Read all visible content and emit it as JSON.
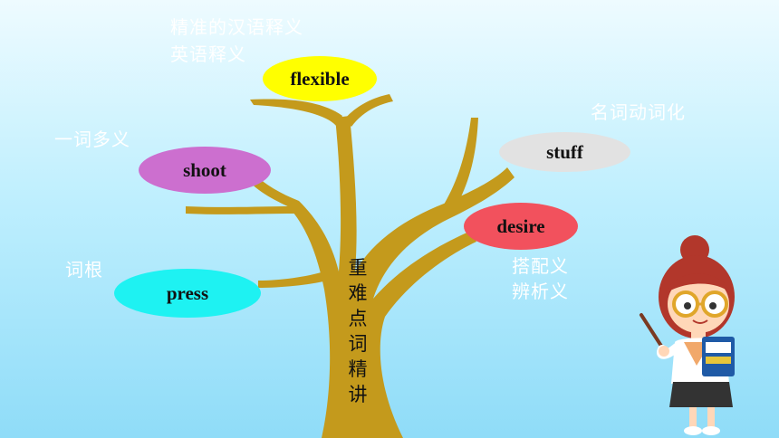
{
  "notes": {
    "top_line1": "精准的汉语释义",
    "top_line2": "英语释义",
    "left_top": "一词多义",
    "left_bottom": "词根",
    "right_top": "名词动词化",
    "right_mid1": "搭配义",
    "right_mid2": "辨析义"
  },
  "bubbles": {
    "flexible": {
      "label": "flexible",
      "color": "#ffff00"
    },
    "shoot": {
      "label": "shoot",
      "color": "#cc6fcf"
    },
    "stuff": {
      "label": "stuff",
      "color": "#e2e2e2"
    },
    "desire": {
      "label": "desire",
      "color": "#f2515d"
    },
    "press": {
      "label": "press",
      "color": "#1ef2f2"
    }
  },
  "trunk_title": "重难点词精讲",
  "colors": {
    "tree": "#c49a1c",
    "text_white": "#ffffff"
  },
  "icons": {
    "teacher": "teacher-with-book-illustration"
  }
}
